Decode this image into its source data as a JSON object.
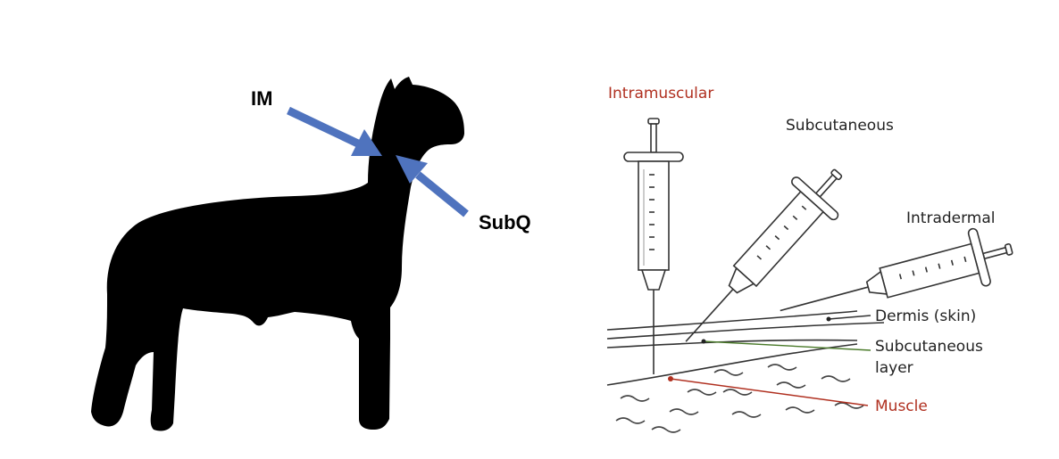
{
  "left_panel": {
    "label_im": "IM",
    "label_subq": "SubQ"
  },
  "right_panel": {
    "intramuscular": "Intramuscular",
    "subcutaneous": "Subcutaneous",
    "intradermal": "Intradermal",
    "dermis": "Dermis (skin)",
    "subq_layer_line1": "Subcutaneous",
    "subq_layer_line2": "layer",
    "muscle": "Muscle"
  },
  "colors": {
    "arrow": "#4f73be",
    "silhouette": "#000000",
    "red_label": "#b03020",
    "green_pointer": "#4a7a2a",
    "line": "#333333"
  }
}
